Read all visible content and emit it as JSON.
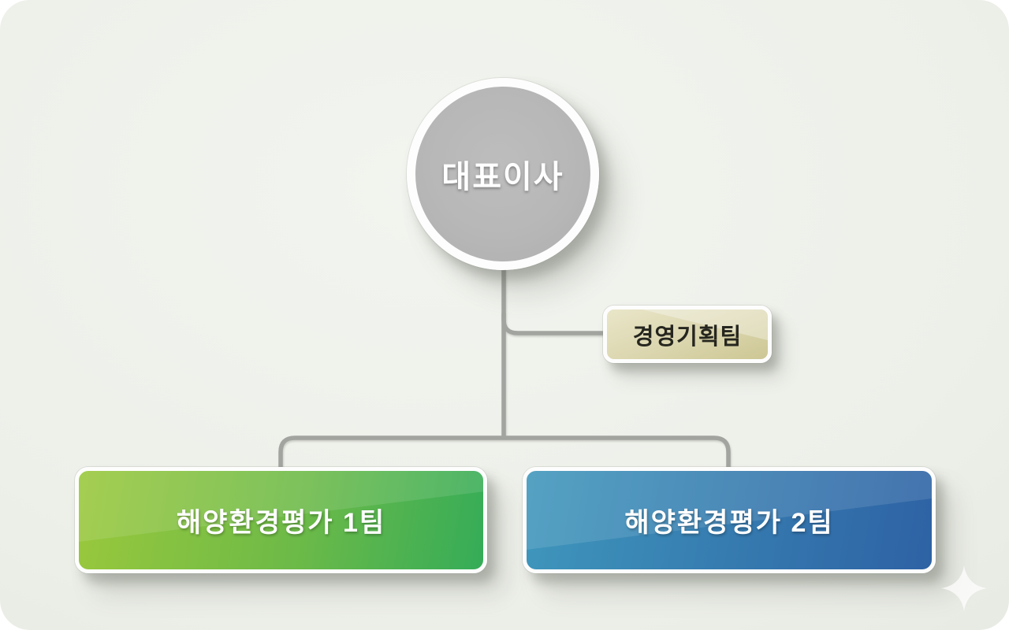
{
  "org_chart": {
    "root": {
      "label": "대표이사"
    },
    "staff": {
      "label": "경영기획팀"
    },
    "teams": [
      {
        "label": "해양환경평가 1팀"
      },
      {
        "label": "해양환경평가 2팀"
      }
    ],
    "colors": {
      "background": "#edefe9",
      "circle_fill": "#b7b7b7",
      "node_border": "#fdfdfd",
      "connector": "#a1a49f",
      "staff_gradient_start": "#e9e6c9",
      "staff_gradient_end": "#cdc794",
      "staff_text": "#26261f",
      "team1_gradient_start": "#9ac83c",
      "team1_gradient_end": "#35ac58",
      "team2_gradient_start": "#3f97bc",
      "team2_gradient_end": "#2e62a4",
      "team_text": "#ffffff"
    }
  }
}
